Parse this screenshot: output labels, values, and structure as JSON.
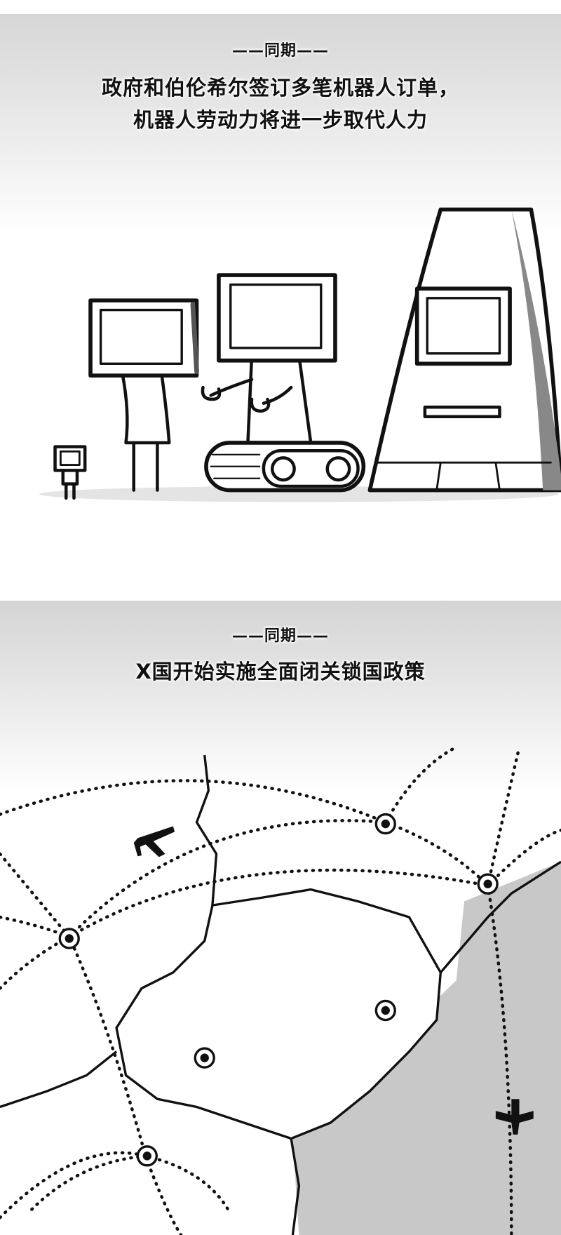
{
  "panel1": {
    "label": "——同期——",
    "line1": "政府和伯伦希尔签订多笔机器人订单，",
    "line2": "机器人劳动力将进一步取代人力"
  },
  "panel2": {
    "label": "——同期——",
    "line1": "X国开始实施全面闭关锁国政策"
  }
}
